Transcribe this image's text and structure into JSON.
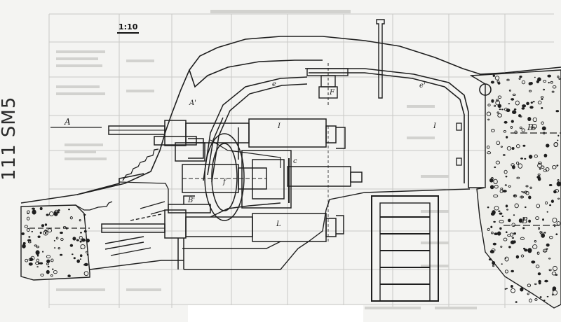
{
  "drawing": {
    "scale": "1:10",
    "archive_number": "111 SM5",
    "section_marks": {
      "left": "A",
      "right_upper": "B",
      "right_lower": "B"
    },
    "part_labels": [
      "A'",
      "B'",
      "F",
      "I",
      "I",
      "f",
      "e",
      "e'",
      "c",
      "L"
    ],
    "colors": {
      "ink": "#1e1e1e",
      "paper": "#f4f4f2",
      "faint_table": "#c9c9c6"
    }
  }
}
